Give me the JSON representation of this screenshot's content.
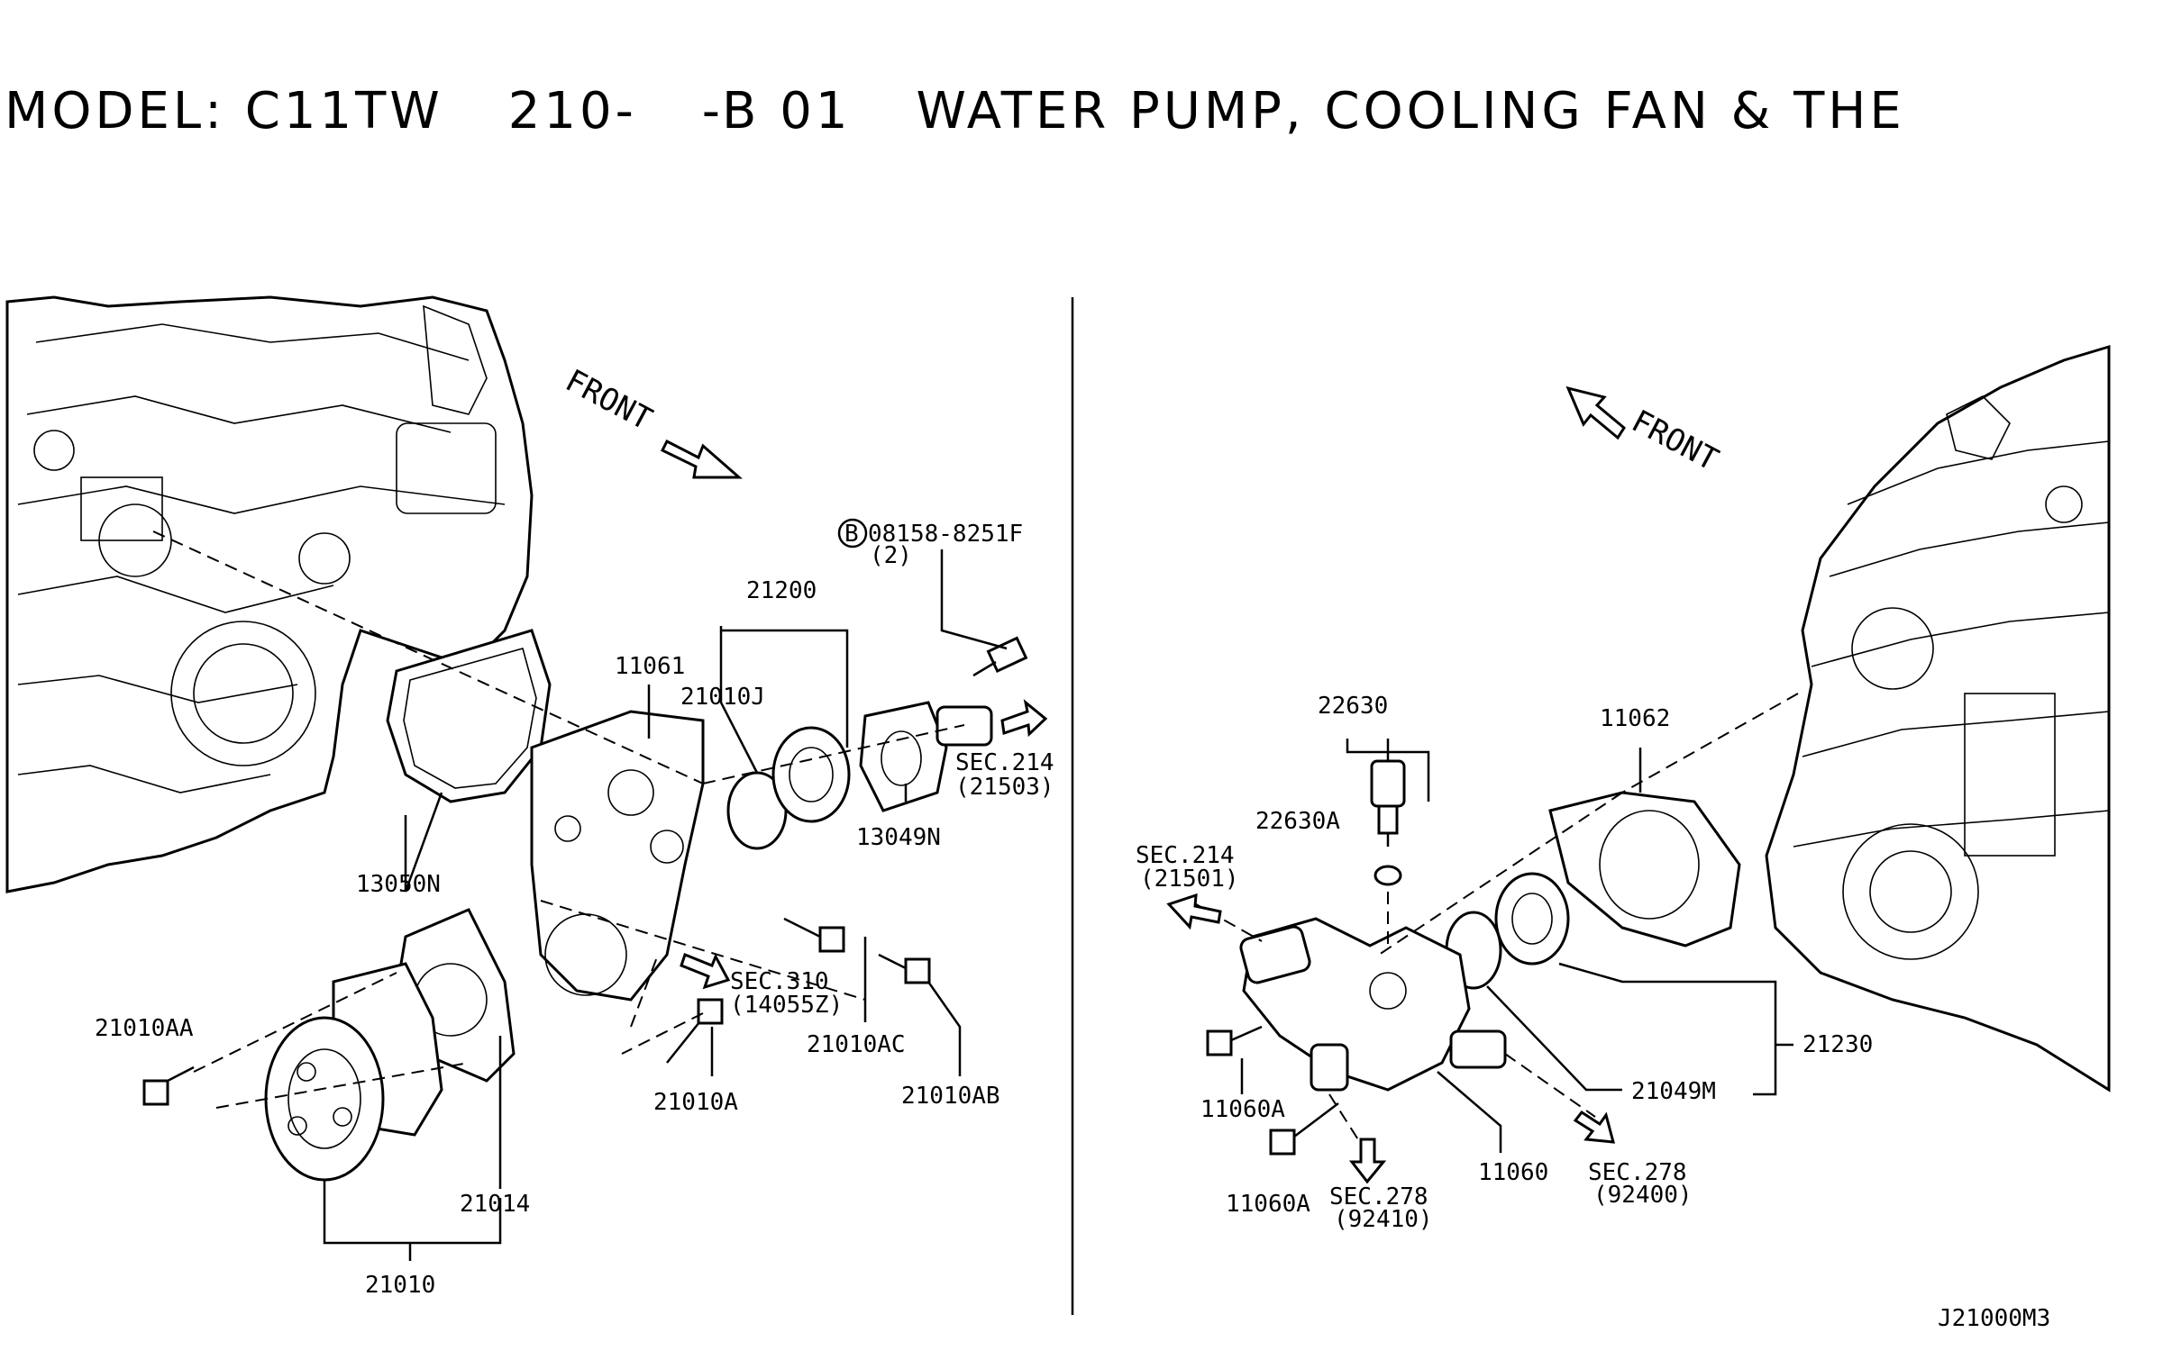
{
  "header": {
    "model": "MODEL: C11TW",
    "code1": "210-",
    "code2": "-B 01",
    "section": "WATER PUMP, COOLING FAN & THE"
  },
  "left": {
    "front": "FRONT",
    "parts": {
      "p08158": "08158-8251F",
      "p08158_qty": "(2)",
      "p08158_mark": "B",
      "p21200": "21200",
      "p11061": "11061",
      "p21010J": "21010J",
      "sec214": "SEC.214",
      "sec214_ref": "(21503)",
      "p13049N": "13049N",
      "p13050N": "13050N",
      "sec310": "SEC.310",
      "sec310_ref": "(14055Z)",
      "p21010AC": "21010AC",
      "p21010AB": "21010AB",
      "p21010AA": "21010AA",
      "p21010A": "21010A",
      "p21014": "21014",
      "p21010": "21010"
    }
  },
  "right": {
    "front": "FRONT",
    "parts": {
      "p22630": "22630",
      "p22630A": "22630A",
      "p11062": "11062",
      "sec214": "SEC.214",
      "sec214_ref": "(21501)",
      "p21230": "21230",
      "p21049M": "21049M",
      "p11060A_1": "11060A",
      "p11060A_2": "11060A",
      "p11060": "11060",
      "sec278a": "SEC.278",
      "sec278a_ref": "(92410)",
      "sec278b": "SEC.278",
      "sec278b_ref": "(92400)"
    }
  },
  "footer": {
    "code": "J21000M3"
  }
}
